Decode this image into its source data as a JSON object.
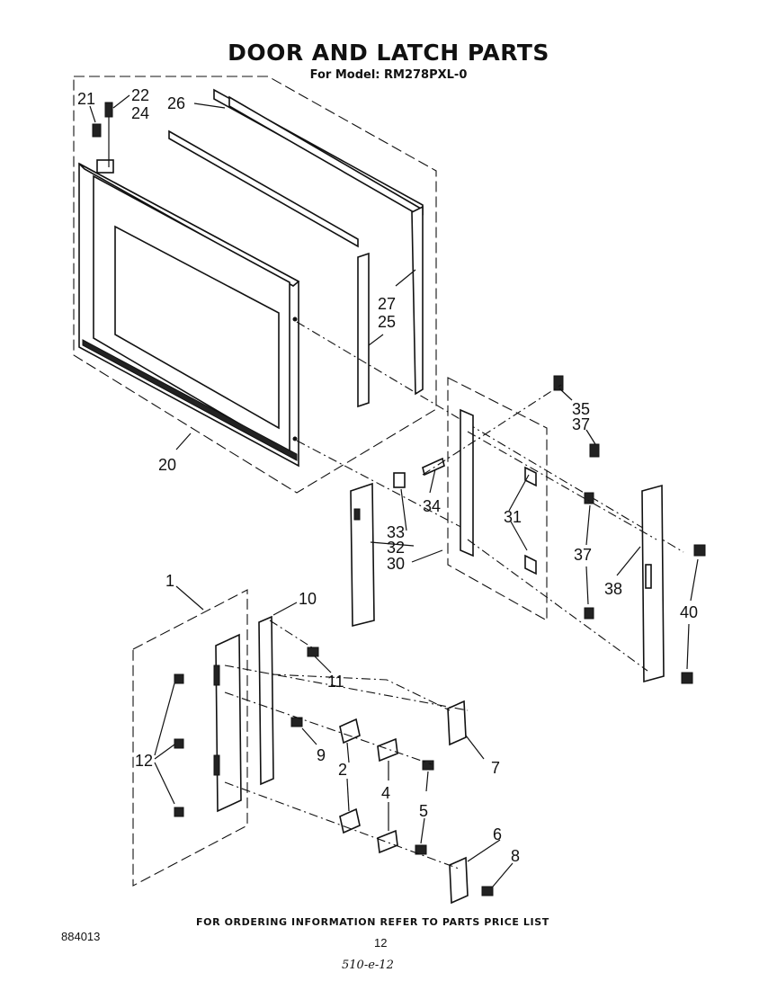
{
  "header": {
    "title": "DOOR AND LATCH PARTS",
    "subtitle": "For Model: RM278PXL-0"
  },
  "callouts": [
    {
      "id": "c21",
      "label": "21"
    },
    {
      "id": "c22",
      "label": "22"
    },
    {
      "id": "c24",
      "label": "24"
    },
    {
      "id": "c26",
      "label": "26"
    },
    {
      "id": "c27",
      "label": "27"
    },
    {
      "id": "c25",
      "label": "25"
    },
    {
      "id": "c20",
      "label": "20"
    },
    {
      "id": "c35",
      "label": "35"
    },
    {
      "id": "c37a",
      "label": "37"
    },
    {
      "id": "c34",
      "label": "34"
    },
    {
      "id": "c33",
      "label": "33"
    },
    {
      "id": "c32",
      "label": "32"
    },
    {
      "id": "c30",
      "label": "30"
    },
    {
      "id": "c31",
      "label": "31"
    },
    {
      "id": "c37b",
      "label": "37"
    },
    {
      "id": "c38",
      "label": "38"
    },
    {
      "id": "c40",
      "label": "40"
    },
    {
      "id": "c1",
      "label": "1"
    },
    {
      "id": "c10",
      "label": "10"
    },
    {
      "id": "c11",
      "label": "11"
    },
    {
      "id": "c12",
      "label": "12"
    },
    {
      "id": "c9",
      "label": "9"
    },
    {
      "id": "c2",
      "label": "2"
    },
    {
      "id": "c7",
      "label": "7"
    },
    {
      "id": "c4",
      "label": "4"
    },
    {
      "id": "c5",
      "label": "5"
    },
    {
      "id": "c6",
      "label": "6"
    },
    {
      "id": "c8",
      "label": "8"
    }
  ],
  "footer": {
    "ordering_note": "FOR ORDERING INFORMATION REFER TO PARTS PRICE LIST",
    "doc_number": "884013",
    "page_number": "12",
    "handwritten_note": "510-e-12"
  }
}
